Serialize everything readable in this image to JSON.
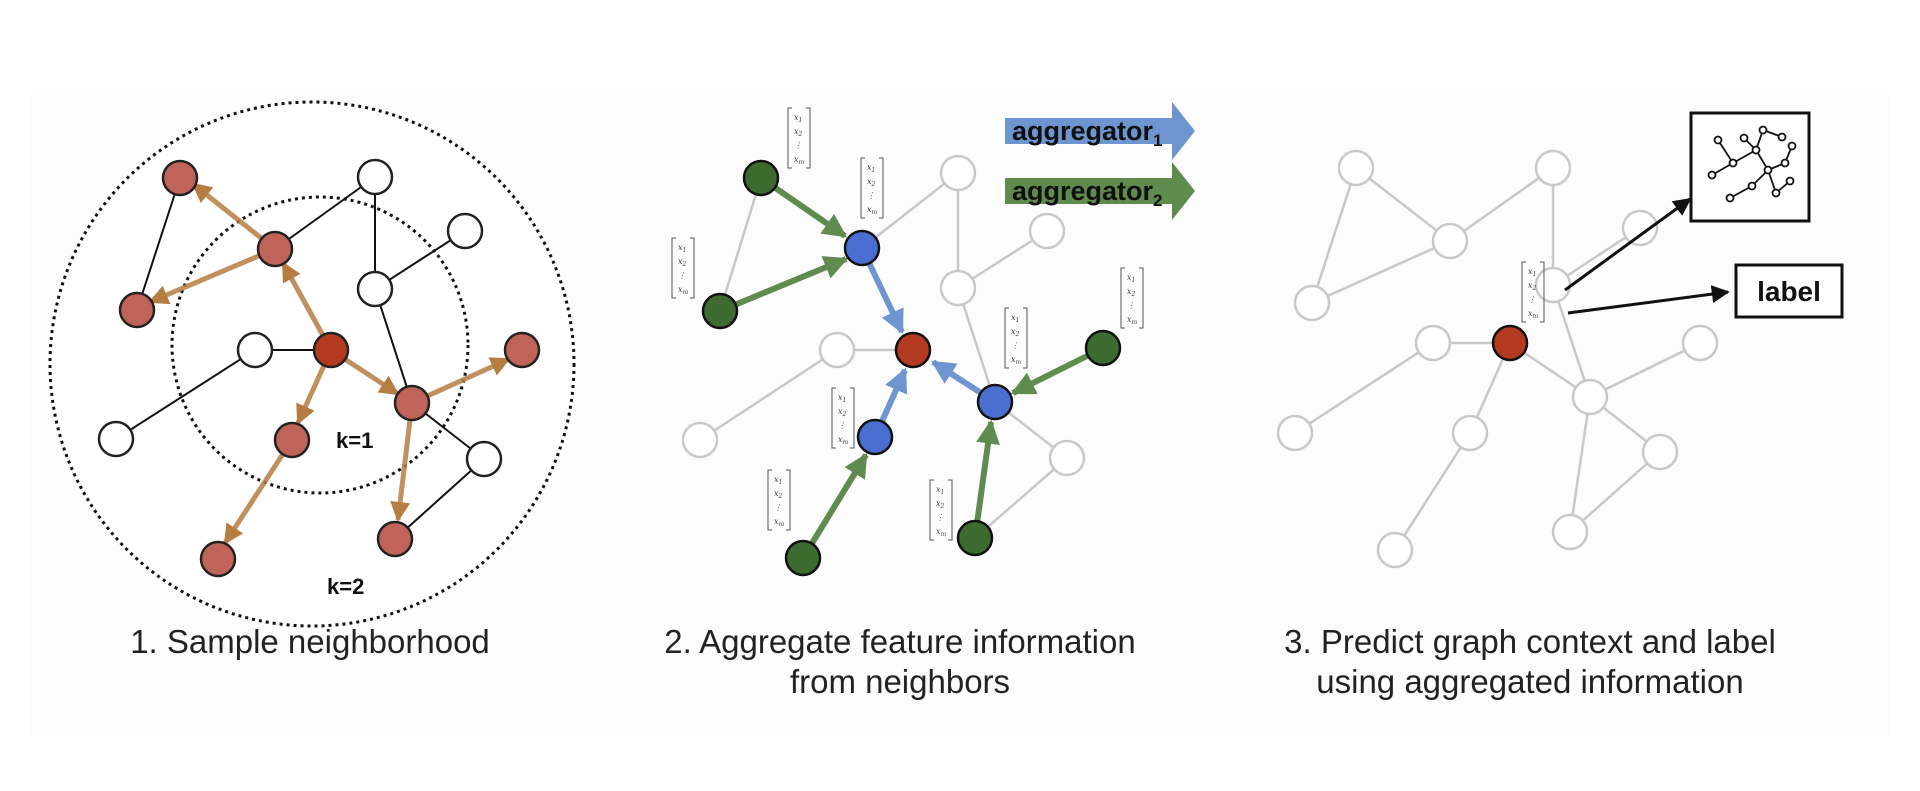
{
  "panel1": {
    "k1_label": "k=1",
    "k2_label": "k=2",
    "caption": "1. Sample neighborhood"
  },
  "panel2": {
    "aggregator1_label": "aggregator",
    "aggregator1_sub": "1",
    "aggregator2_label": "aggregator",
    "aggregator2_sub": "2",
    "caption_line1": "2. Aggregate feature information",
    "caption_line2": "from neighbors",
    "vector_entries": [
      "x",
      "x",
      "⋮",
      "x"
    ],
    "vector_subscripts": [
      "1",
      "2",
      "",
      "m"
    ]
  },
  "panel3": {
    "label_box": "label",
    "caption_line1": "3. Predict graph context and label",
    "caption_line2": "using aggregated information"
  },
  "colors": {
    "target_node": "#b33a1f",
    "sampled_node": "#c0645a",
    "sampled_edge": "#b57d42",
    "blue_node": "#4a6fd0",
    "blue_edge": "#6e95cf",
    "green_node": "#3d6a2f",
    "green_edge": "#5f8c4e",
    "faded": "#c8c8c8"
  }
}
